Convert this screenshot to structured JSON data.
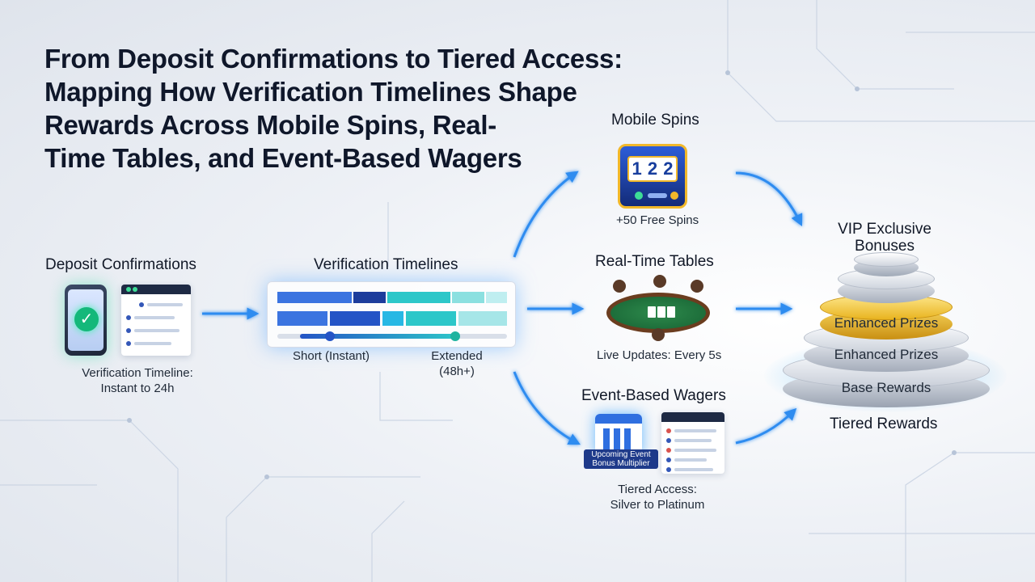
{
  "title_lines": [
    "From Deposit Confirmations to Tiered Access:",
    "Mapping How Verification Timelines Shape",
    "Rewards Across Mobile Spins, Real-",
    "Time Tables, and Event-Based Wagers"
  ],
  "deposit": {
    "label": "Deposit Confirmations",
    "caption_line1": "Verification Timeline:",
    "caption_line2": "Instant to 24h"
  },
  "verification": {
    "label": "Verification Timelines",
    "short_label": "Short (Instant)",
    "extended_line1": "Extended",
    "extended_line2": "(48h+)"
  },
  "mobile_spins": {
    "label": "Mobile Spins",
    "reels": [
      "1",
      "2",
      "2"
    ],
    "caption": "+50 Free Spins"
  },
  "real_time_tables": {
    "label": "Real-Time Tables",
    "caption": "Live Updates: Every 5s"
  },
  "event_wagers": {
    "label": "Event-Based Wagers",
    "badge_line1": "Upcoming Event",
    "badge_line2": "Bonus Multiplier",
    "caption_line1": "Tiered Access:",
    "caption_line2": "Silver to Platinum"
  },
  "tiers": {
    "top_label_line1": "VIP Exclusive",
    "top_label_line2": "Bonuses",
    "gold_label": "Enhanced Prizes",
    "middle_label": "Enhanced Prizes",
    "base_label": "Base Rewards",
    "caption": "Tiered Rewards"
  },
  "colors": {
    "arrow": "#2f8cf0",
    "glow": "#7fc6ff",
    "gold": "#f4c535",
    "silver": "#cfd5de",
    "dark_navy": "#1f3a8a",
    "teal": "#2cc7c9"
  }
}
